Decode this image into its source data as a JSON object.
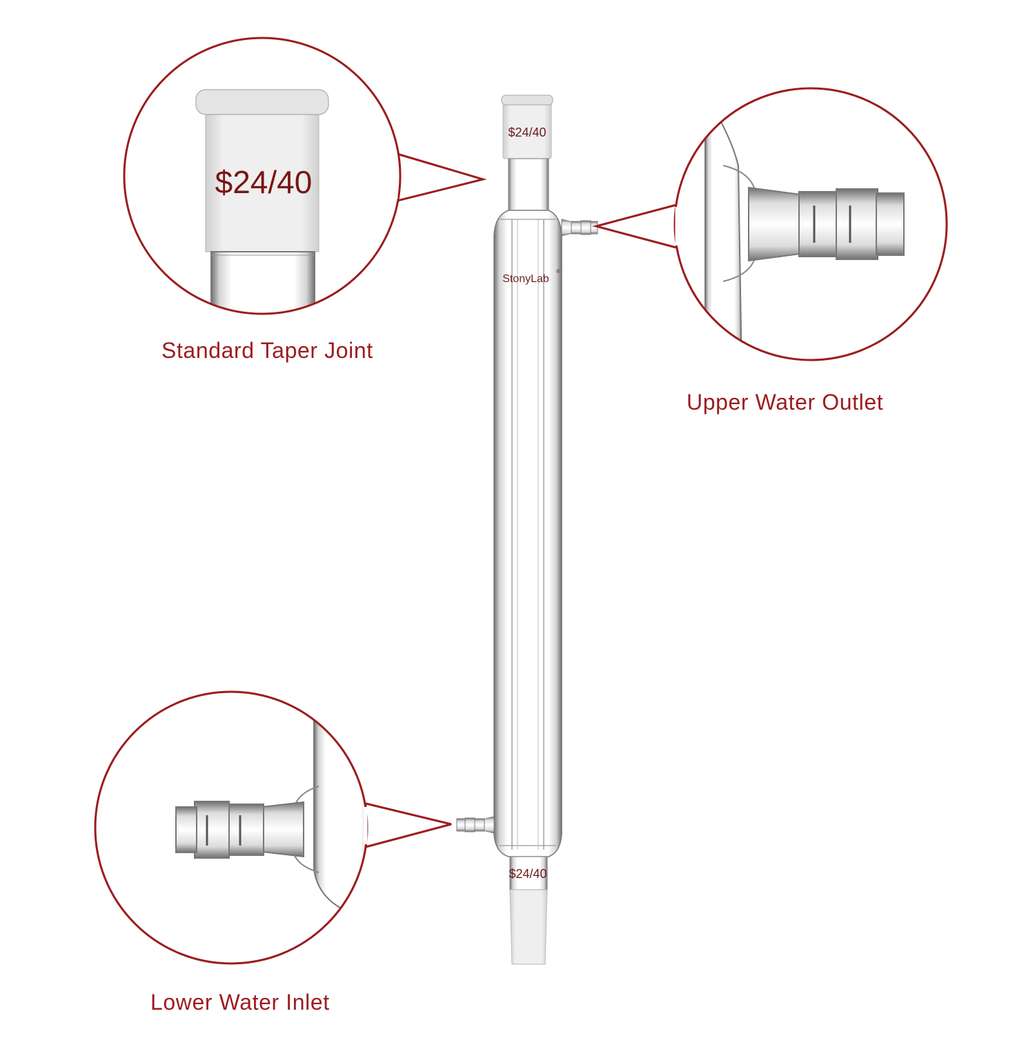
{
  "labels": {
    "joint": "Standard Taper Joint",
    "outlet": "Upper Water Outlet",
    "inlet": "Lower Water Inlet"
  },
  "markings": {
    "zoom_joint": "$24/40",
    "top_joint": "$24/40",
    "bottom_joint": "$24/40",
    "brand": "StonyLab",
    "brand_mark": "®"
  },
  "colors": {
    "accent": "#9b1c1f",
    "glass_edge": "#8d8d8d",
    "frosted": "#e9e9e9"
  }
}
